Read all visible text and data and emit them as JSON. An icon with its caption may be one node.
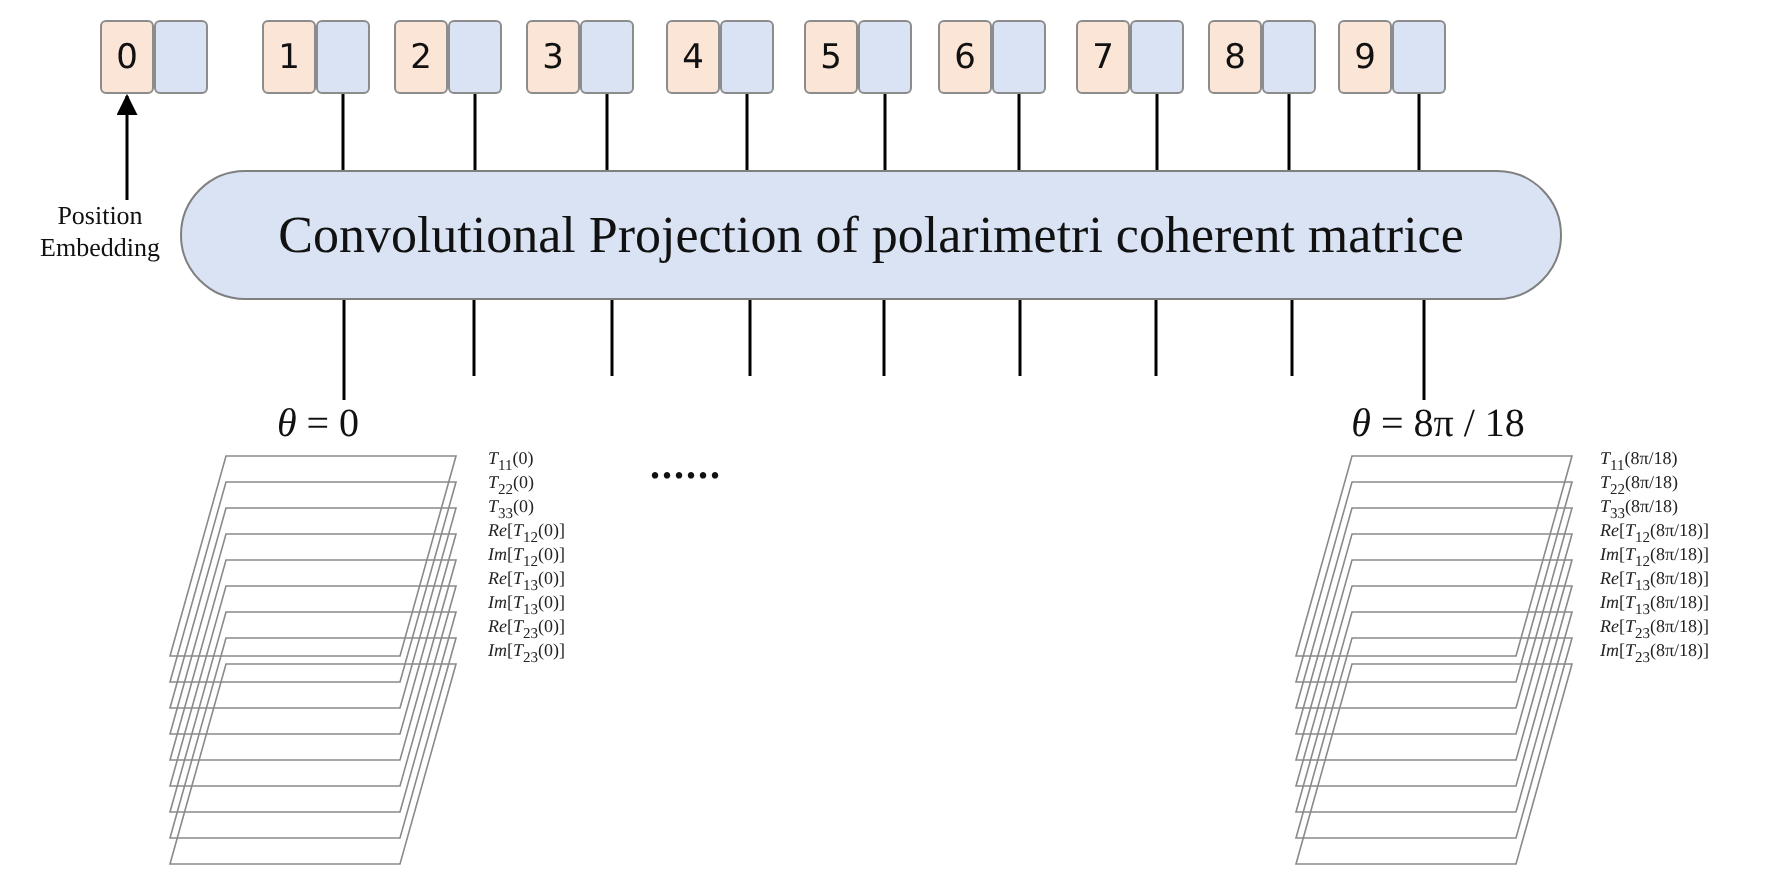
{
  "diagram": {
    "nodes": [
      {
        "text": [
          "0"
        ]
      },
      {
        "text": [],
        "shape": "box"
      },
      {
        "text": [
          "1"
        ]
      },
      {
        "text": [],
        "shape": "box"
      },
      {
        "text": [
          "2"
        ]
      },
      {
        "text": [],
        "shape": "box"
      },
      {
        "text": [
          "3"
        ]
      },
      {
        "text": [],
        "shape": "box"
      },
      {
        "text": [
          "4"
        ]
      },
      {
        "text": [],
        "shape": "box"
      },
      {
        "text": [
          "5"
        ]
      },
      {
        "text": [],
        "shape": "box"
      },
      {
        "text": [
          "6"
        ]
      },
      {
        "text": [],
        "shape": "box"
      },
      {
        "text": [
          "7"
        ]
      },
      {
        "text": [],
        "shape": "box"
      },
      {
        "text": [
          "8"
        ]
      },
      {
        "text": [],
        "shape": "box"
      },
      {
        "text": [
          "9"
        ]
      },
      {
        "text": [],
        "shape": "box"
      },
      {
        "text": [
          "Position Embedding"
        ]
      },
      {
        "text": [
          "Convolutional Projection of polarimetri coherent matrice"
        ]
      },
      {
        "text": [
          "*θ* = 0"
        ],
        "beside": [
          "*T*$_{11}$(0)",
          "*T*$_{22}$(0)",
          "*T*$_{33}$(0)",
          "*Re*[*T*$_{12}$(0)]",
          "*Im*[*T*$_{12}$(0)]",
          "*Re*[*T*$_{13}$(0)]",
          "*Im*[*T*$_{13}$(0)]",
          "*Re*[*T*$_{23}$(0)]",
          "*Im*[*T*$_{23}$(0)]"
        ]
      },
      {
        "text": [
          "*θ* = 8π / 18"
        ],
        "beside": [
          "*T*$_{11}$(8π/18)",
          "*T*$_{22}$(8π/18)",
          "*T*$_{33}$(8π/18)",
          "*Re*[*T*$_{12}$(8π/18)]",
          "*Im*[*T*$_{12}$(8π/18)]",
          "*Re*[*T*$_{13}$(8π/18)]",
          "*Im*[*T*$_{13}$(8π/18)]",
          "*Re*[*T*$_{23}$(8π/18)]",
          "*Im*[*T*$_{23}$(8π/18)]"
        ]
      }
    ],
    "edges": [
      {
        "from": 20,
        "to": 0,
        "arrow": "to"
      },
      {
        "from": 3,
        "to": 21,
        "arrow": "none"
      },
      {
        "from": 5,
        "to": 21,
        "arrow": "none"
      },
      {
        "from": 7,
        "to": 21,
        "arrow": "none"
      },
      {
        "from": 9,
        "to": 21,
        "arrow": "none"
      },
      {
        "from": 11,
        "to": 21,
        "arrow": "none"
      },
      {
        "from": 13,
        "to": 21,
        "arrow": "none"
      },
      {
        "from": 15,
        "to": 21,
        "arrow": "none"
      },
      {
        "from": 17,
        "to": 21,
        "arrow": "none"
      },
      {
        "from": 19,
        "to": 21,
        "arrow": "none"
      },
      {
        "from": 21,
        "to": 22,
        "arrow": "none"
      },
      {
        "from": 21,
        "to": null,
        "arrow": "none"
      },
      {
        "from": 21,
        "to": null,
        "arrow": "none"
      },
      {
        "from": 21,
        "to": null,
        "arrow": "none"
      },
      {
        "from": 21,
        "to": null,
        "arrow": "none"
      },
      {
        "from": 21,
        "to": null,
        "arrow": "none"
      },
      {
        "from": 21,
        "to": null,
        "arrow": "none"
      },
      {
        "from": 21,
        "to": null,
        "arrow": "none"
      },
      {
        "from": 21,
        "to": 23,
        "arrow": "none"
      }
    ],
    "labels": [
      "......"
    ]
  }
}
